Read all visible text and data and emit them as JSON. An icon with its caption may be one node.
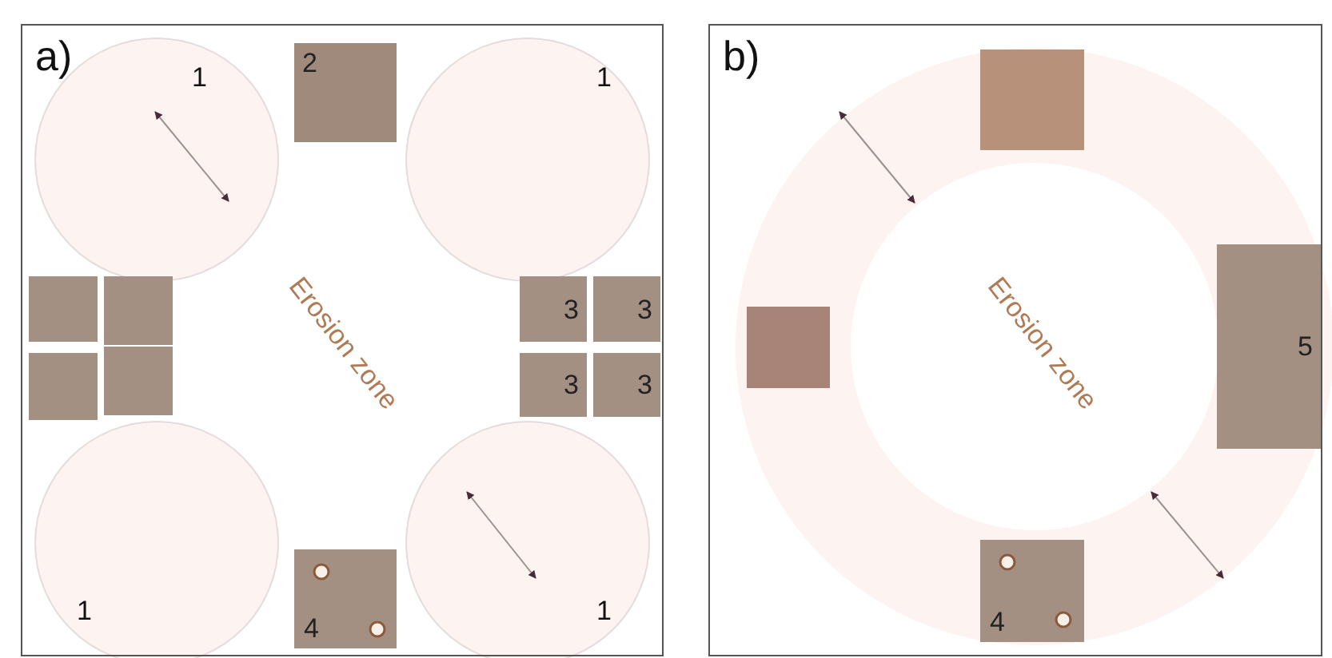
{
  "diagram": {
    "nodes": [
      {
        "text": [
          "a)"
        ]
      },
      {
        "text": [
          "2"
        ],
        "in": 0
      },
      {
        "text": [],
        "shape": "box",
        "in": 0
      },
      {
        "text": [],
        "shape": "box",
        "in": 0
      },
      {
        "text": [],
        "shape": "box",
        "in": 0
      },
      {
        "text": [],
        "shape": "box",
        "in": 0
      },
      {
        "text": [
          "3"
        ],
        "in": 0
      },
      {
        "text": [
          "3"
        ],
        "in": 0
      },
      {
        "text": [
          "3"
        ],
        "in": 0
      },
      {
        "text": [
          "3"
        ],
        "in": 0
      },
      {
        "text": [
          "4"
        ],
        "in": 0
      },
      {
        "text": [
          "b)"
        ]
      },
      {
        "text": [],
        "shape": "box",
        "in": 11
      },
      {
        "text": [],
        "shape": "box",
        "in": 11
      },
      {
        "text": [
          "5"
        ],
        "in": 11
      },
      {
        "text": [
          "4"
        ],
        "in": 11
      }
    ],
    "labels": [
      "1",
      "1",
      "Erosion zone",
      "1",
      "1",
      "Erosion zone"
    ]
  }
}
